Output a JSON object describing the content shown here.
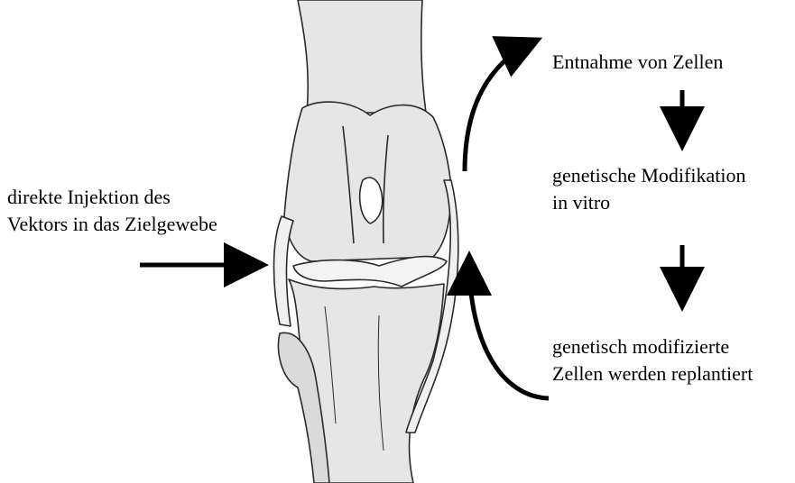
{
  "labels": {
    "injection": [
      "direkte Injektion des",
      "Vektors in das Zielgewebe"
    ],
    "step1": [
      "Entnahme von Zellen"
    ],
    "step2": [
      "genetische Modifikation",
      "in vitro"
    ],
    "step3": [
      "genetisch modifizierte",
      "Zellen werden replantiert"
    ]
  },
  "colors": {
    "bone_fill": "#e6e6e6",
    "outline": "#2a2a2a",
    "arrow": "#000000"
  }
}
